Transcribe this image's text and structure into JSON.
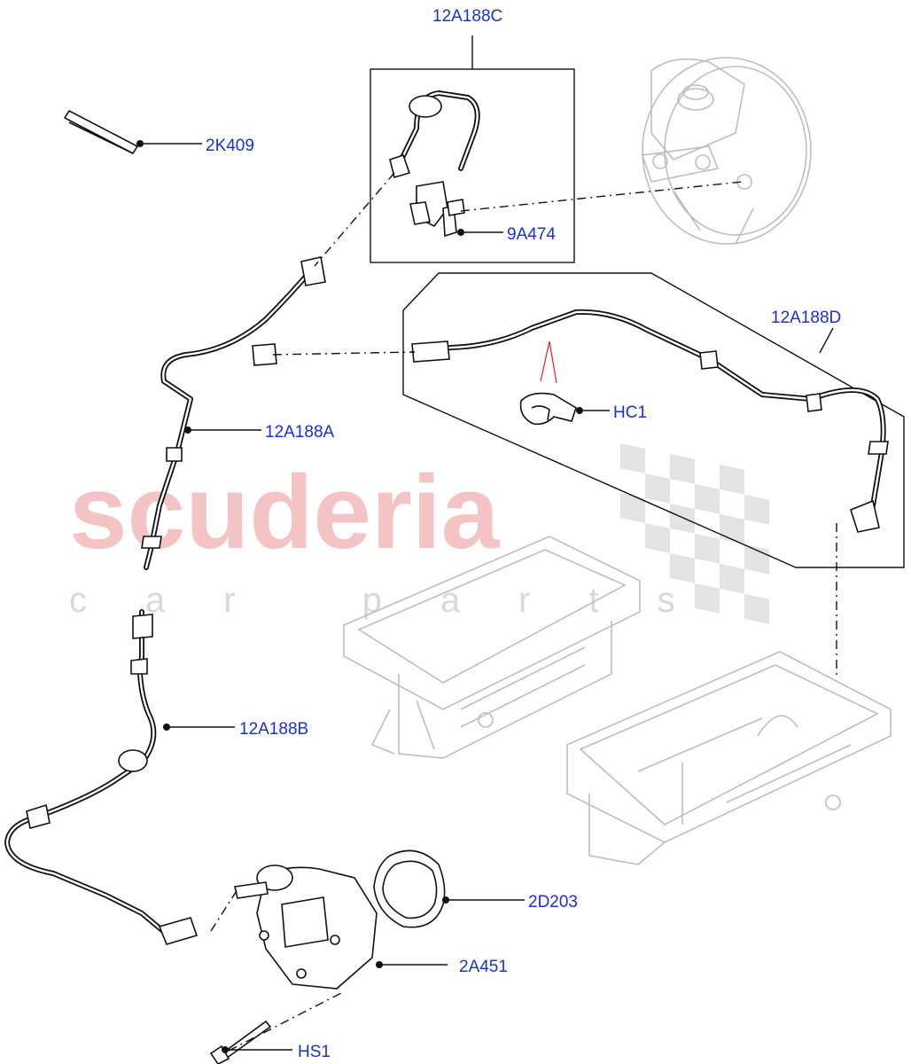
{
  "watermark": {
    "brand": "scuderia",
    "tagline": "car parts",
    "color": "#f4c4c4"
  },
  "callouts": {
    "c_12A188C": "12A188C",
    "c_2K409": "2K409",
    "c_9A474": "9A474",
    "c_12A188D": "12A188D",
    "c_HC1": "HC1",
    "c_12A188A": "12A188A",
    "c_12A188B": "12A188B",
    "c_2D203": "2D203",
    "c_2A451": "2A451",
    "c_HS1": "HS1"
  },
  "colors": {
    "callout_text": "#1a2fd6",
    "line_art": "#111111",
    "ghost_parts": "#bdbdbd",
    "accent_mark": "#e02020"
  }
}
